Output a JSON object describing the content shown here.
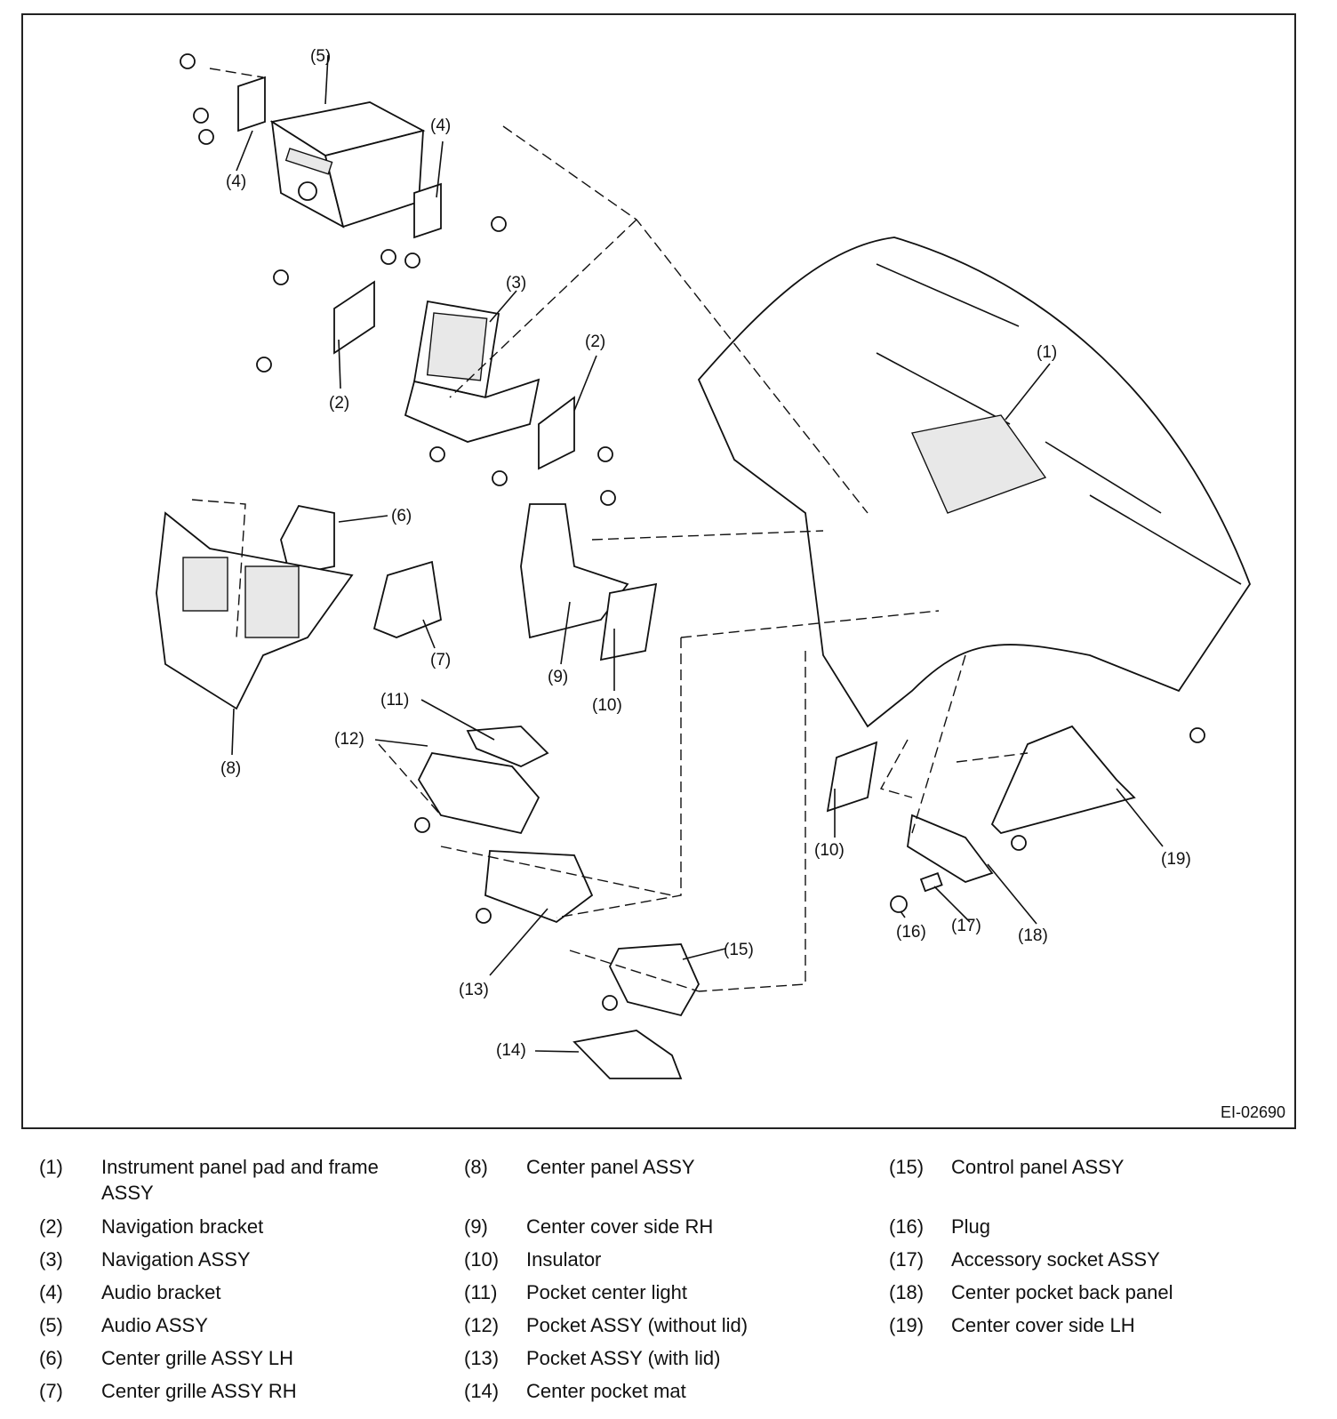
{
  "figure_id": "EI-02690",
  "callouts": [
    "(1)",
    "(2)",
    "(3)",
    "(4)",
    "(5)",
    "(6)",
    "(7)",
    "(8)",
    "(9)",
    "(10)",
    "(11)",
    "(12)",
    "(13)",
    "(14)",
    "(15)",
    "(16)",
    "(17)",
    "(18)",
    "(19)"
  ],
  "legend": [
    {
      "num": "(1)",
      "label": "Instrument panel pad and frame ASSY"
    },
    {
      "num": "(2)",
      "label": "Navigation bracket"
    },
    {
      "num": "(3)",
      "label": "Navigation ASSY"
    },
    {
      "num": "(4)",
      "label": "Audio bracket"
    },
    {
      "num": "(5)",
      "label": "Audio ASSY"
    },
    {
      "num": "(6)",
      "label": "Center grille ASSY LH"
    },
    {
      "num": "(7)",
      "label": "Center grille ASSY RH"
    },
    {
      "num": "(8)",
      "label": "Center panel ASSY"
    },
    {
      "num": "(9)",
      "label": "Center cover side RH"
    },
    {
      "num": "(10)",
      "label": "Insulator"
    },
    {
      "num": "(11)",
      "label": "Pocket center light"
    },
    {
      "num": "(12)",
      "label": "Pocket ASSY (without lid)"
    },
    {
      "num": "(13)",
      "label": "Pocket ASSY (with lid)"
    },
    {
      "num": "(14)",
      "label": "Center pocket mat"
    },
    {
      "num": "(15)",
      "label": "Control panel ASSY"
    },
    {
      "num": "(16)",
      "label": "Plug"
    },
    {
      "num": "(17)",
      "label": "Accessory socket ASSY"
    },
    {
      "num": "(18)",
      "label": "Center pocket back panel"
    },
    {
      "num": "(19)",
      "label": "Center cover side LH"
    }
  ]
}
